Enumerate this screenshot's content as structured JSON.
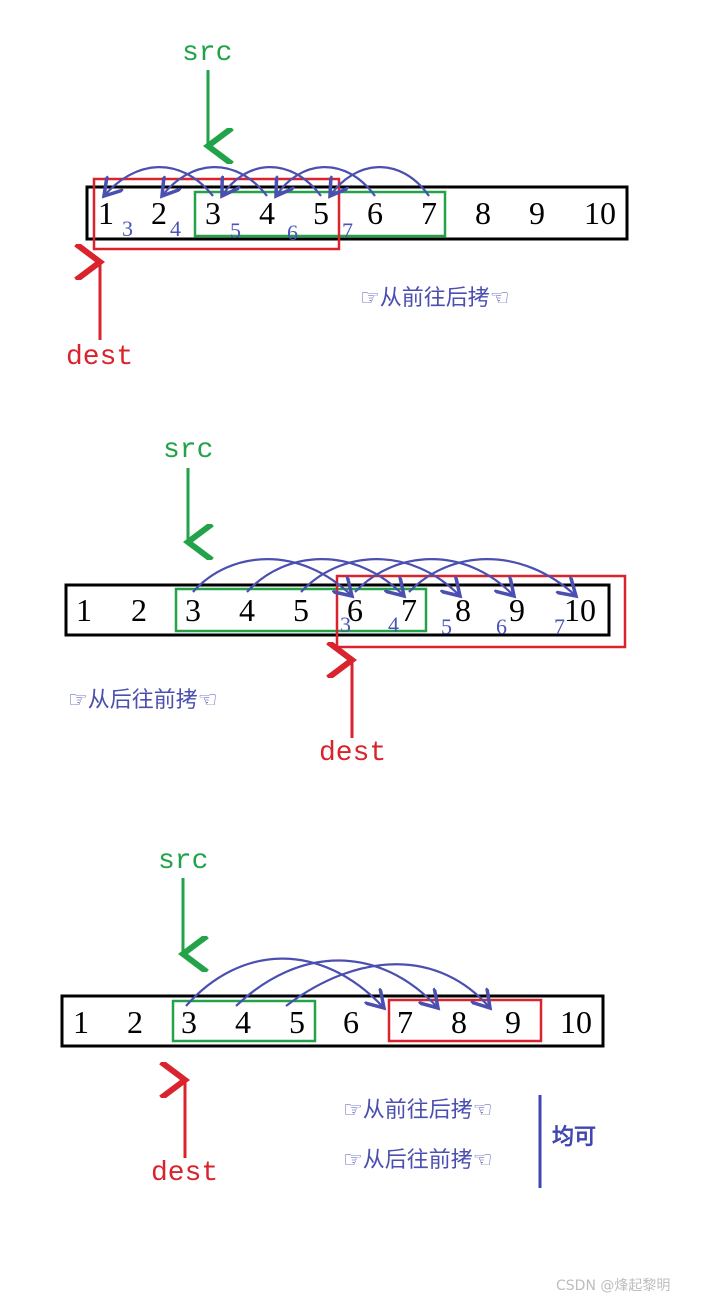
{
  "diagrams": [
    {
      "src_label": "src",
      "dest_label": "dest",
      "cells": [
        "1",
        "2",
        "3",
        "4",
        "5",
        "6",
        "7",
        "8",
        "9",
        "10"
      ],
      "step_labels": [
        "3",
        "4",
        "5",
        "6",
        "7"
      ],
      "note": "☞从前往后拷☜"
    },
    {
      "src_label": "src",
      "dest_label": "dest",
      "cells": [
        "1",
        "2",
        "3",
        "4",
        "5",
        "6",
        "7",
        "8",
        "9",
        "10"
      ],
      "step_labels": [
        "3",
        "4",
        "5",
        "6",
        "7"
      ],
      "note": "☞从后往前拷☜"
    },
    {
      "src_label": "src",
      "dest_label": "dest",
      "cells": [
        "1",
        "2",
        "3",
        "4",
        "5",
        "6",
        "7",
        "8",
        "9",
        "10"
      ],
      "notes": [
        "☞从前往后拷☜",
        "☞从后往前拷☜"
      ],
      "conclusion": "均可"
    }
  ],
  "colors": {
    "src": "#22a34a",
    "dest": "#d9232d",
    "arc": "#4a4fb0",
    "box": "#000000"
  },
  "watermark": "CSDN @烽起黎明"
}
